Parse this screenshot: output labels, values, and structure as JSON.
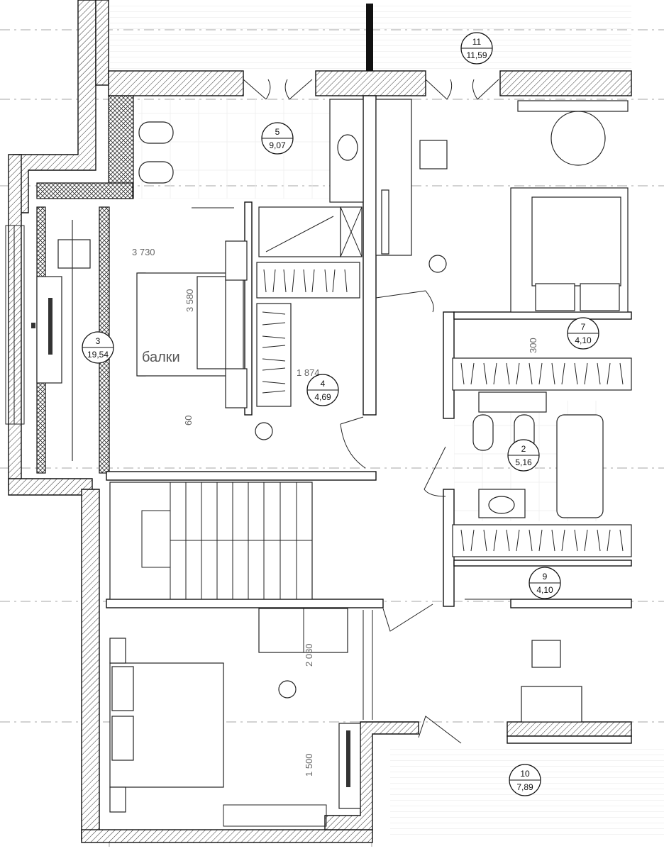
{
  "rooms": [
    {
      "id": "room-11",
      "number": "11",
      "area": "11,59"
    },
    {
      "id": "room-5",
      "number": "5",
      "area": "9,07"
    },
    {
      "id": "room-3",
      "number": "3",
      "area": "19,54"
    },
    {
      "id": "room-4",
      "number": "4",
      "area": "4,69"
    },
    {
      "id": "room-7",
      "number": "7",
      "area": "4,10"
    },
    {
      "id": "room-2",
      "number": "2",
      "area": "5,16"
    },
    {
      "id": "room-9",
      "number": "9",
      "area": "4,10"
    },
    {
      "id": "room-10",
      "number": "10",
      "area": "7,89"
    }
  ],
  "dimensions": {
    "d3730": "3 730",
    "d3580": "3 580",
    "d1874": "1 874",
    "d300": "300",
    "d60": "60",
    "d2030": "2 030",
    "d1500": "1 500"
  },
  "notes": {
    "beams": "балки"
  }
}
